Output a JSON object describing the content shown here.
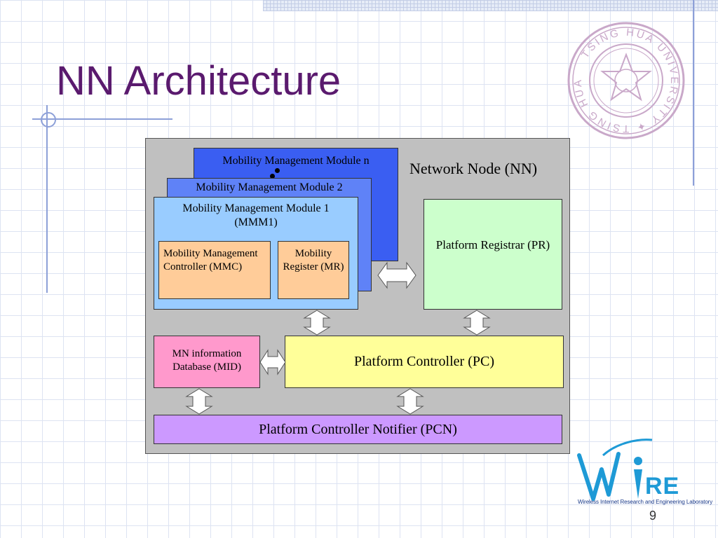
{
  "slide": {
    "title": "NN Architecture",
    "page_number": "9"
  },
  "diagram": {
    "container_label": "Network Node (NN)",
    "mmm_n": "Mobility Management Module n",
    "mmm_2": "Mobility Management Module 2",
    "mmm_1": "Mobility Management Module 1 (MMM1)",
    "mmc": "Mobility Management Controller (MMC)",
    "mr": "Mobility Register (MR)",
    "pr": "Platform Registrar (PR)",
    "mid": "MN information Database (MID)",
    "pc": "Platform Controller (PC)",
    "pcn": "Platform Controller Notifier (PCN)"
  },
  "logo": {
    "brand": "WiRE",
    "subtitle": "Wireless Internet Research and Engineering Laboratory"
  },
  "seal": {
    "name": "university-seal",
    "text": "TSING HUA UNIVERSITY"
  },
  "colors": {
    "title": "#5a1a6e",
    "nn_background": "#c0c0c0",
    "mmm_n": "#3a5ef2",
    "mmm_2": "#5f82f7",
    "mmm_1": "#99ccff",
    "mmc_mr": "#ffcc99",
    "pr": "#ccffcc",
    "mid": "#ff99cc",
    "pc": "#ffff99",
    "pcn": "#cc99ff",
    "logo": "#1e9ad6"
  }
}
